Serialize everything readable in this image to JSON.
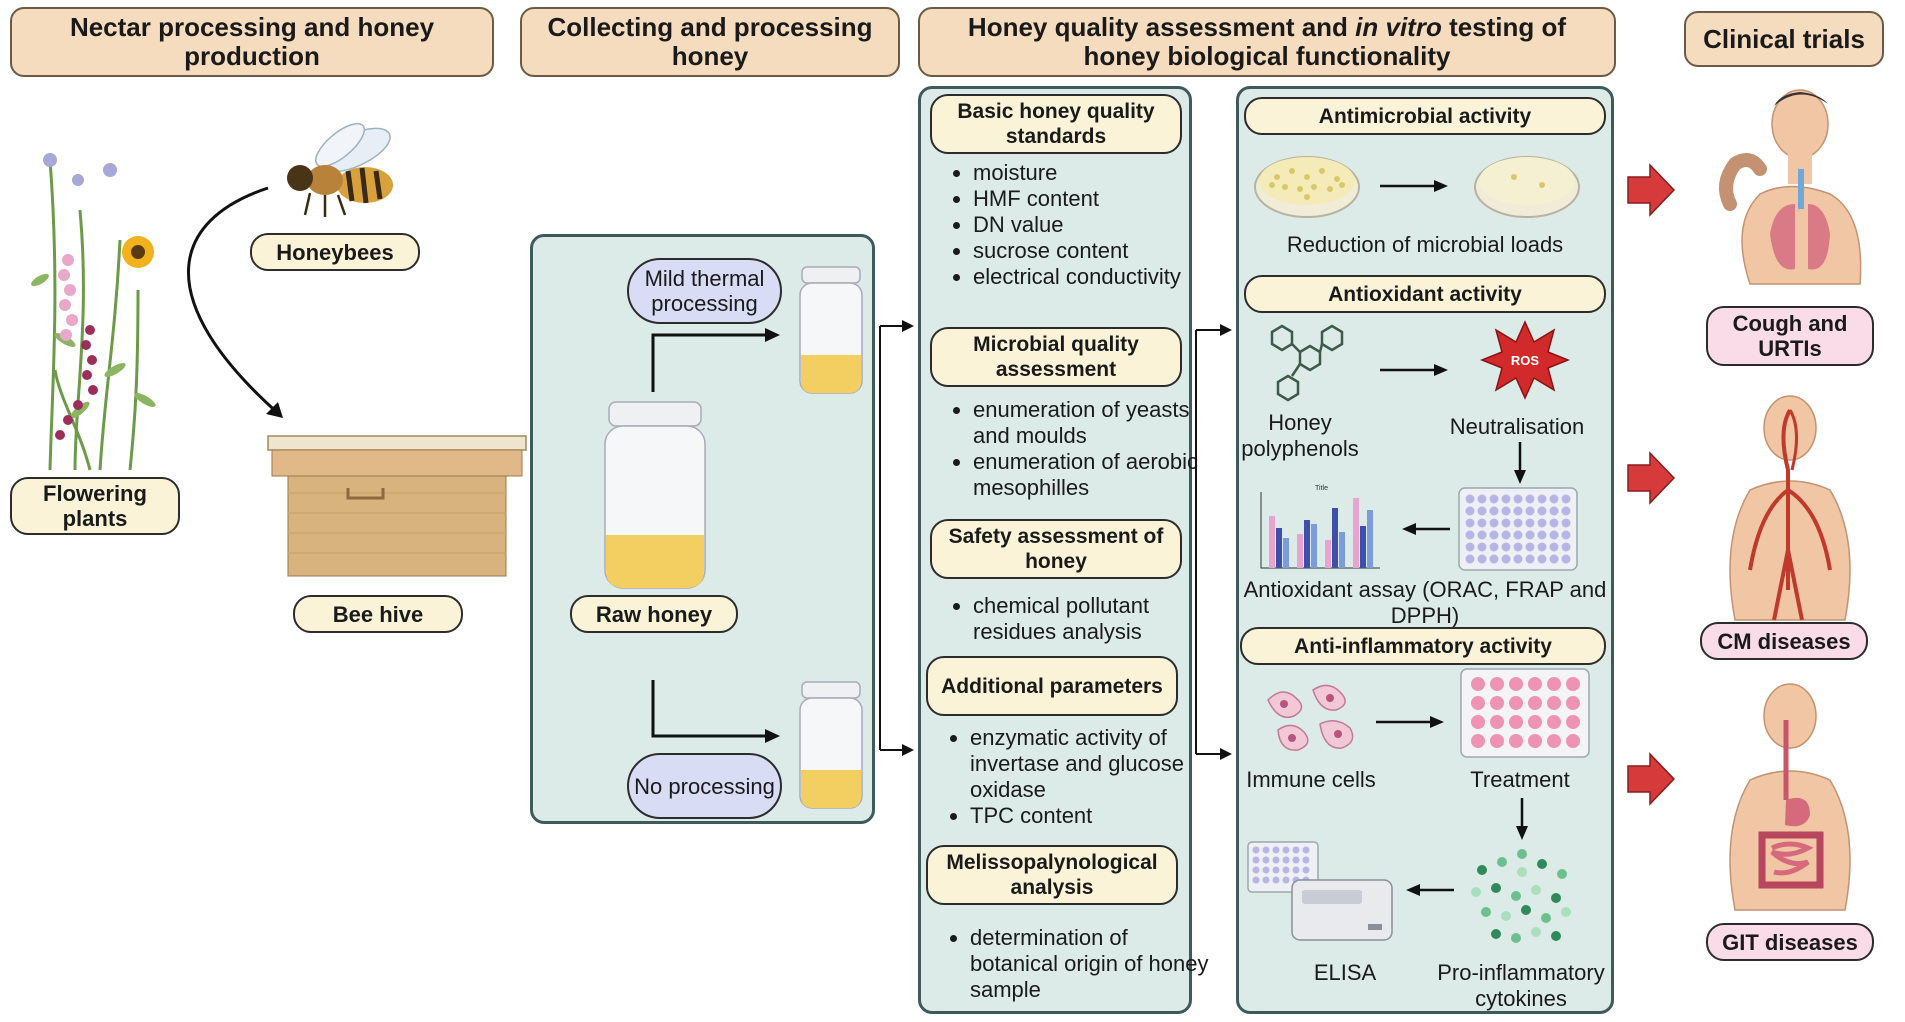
{
  "headers": {
    "nectar": "Nectar processing and honey production",
    "collecting": "Collecting and processing honey",
    "quality_pre": "Honey quality assessment  and ",
    "quality_em": "in vitro",
    "quality_post": " testing of honey biological functionality",
    "clinical": "Clinical trials"
  },
  "production": {
    "honeybees": "Honeybees",
    "flowering_plants": "Flowering plants",
    "bee_hive": "Bee hive"
  },
  "processing": {
    "raw_honey": "Raw honey",
    "mild_thermal": "Mild thermal processing",
    "no_processing": "No processing"
  },
  "quality": {
    "sections": [
      {
        "title": "Basic honey quality standards",
        "items": [
          "moisture",
          "HMF content",
          "DN value",
          "sucrose content",
          "electrical conductivity"
        ]
      },
      {
        "title": "Microbial quality assessment",
        "items": [
          "enumeration of yeasts and moulds",
          "enumeration of aerobic mesophilles"
        ]
      },
      {
        "title": "Safety assessment of honey",
        "items": [
          "chemical pollutant residues analysis"
        ]
      },
      {
        "title": "Additional parameters",
        "items": [
          "enzymatic activity of invertase and glucose oxidase",
          "TPC content"
        ]
      },
      {
        "title": "Melissopalynological analysis",
        "items": [
          "determination of botanical origin of honey sample"
        ]
      }
    ]
  },
  "invitro": {
    "antimicrobial": "Antimicrobial activity",
    "reduction": "Reduction of microbial loads",
    "antioxidant": "Antioxidant activity",
    "honey_polyphenols": "Honey polyphenols",
    "ros": "ROS",
    "neutralisation": "Neutralisation",
    "antioxidant_assay": "Antioxidant assay (ORAC, FRAP and DPPH)",
    "mini_chart_title": "Title",
    "anti_inflammatory": "Anti-inflammatory activity",
    "immune_cells": "Immune cells",
    "treatment": "Treatment",
    "elisa": "ELISA",
    "cytokines": "Pro-inflammatory cytokines"
  },
  "clinical": {
    "cough": "Cough and URTIs",
    "cm": "CM diseases",
    "git": "GIT diseases"
  },
  "colors": {
    "header_fill": "#f5dcbe",
    "pill_fill": "#fbf3d8",
    "panel_fill": "#dcebe8",
    "clinical_pill": "#fadbe8",
    "process_pill": "#d9dcf5",
    "honey": "#f3cf62",
    "arrow_red": "#d63a3a"
  },
  "icons": [
    "bee-icon",
    "flower-icon",
    "hive-icon",
    "jar-icon",
    "petri-dish-icon",
    "molecule-icon",
    "ros-burst-icon",
    "bar-chart-icon",
    "well-plate-icon",
    "cells-icon",
    "cytokine-dots-icon",
    "elisa-reader-icon",
    "human-lungs-icon",
    "human-vascular-icon",
    "human-digestive-icon"
  ]
}
